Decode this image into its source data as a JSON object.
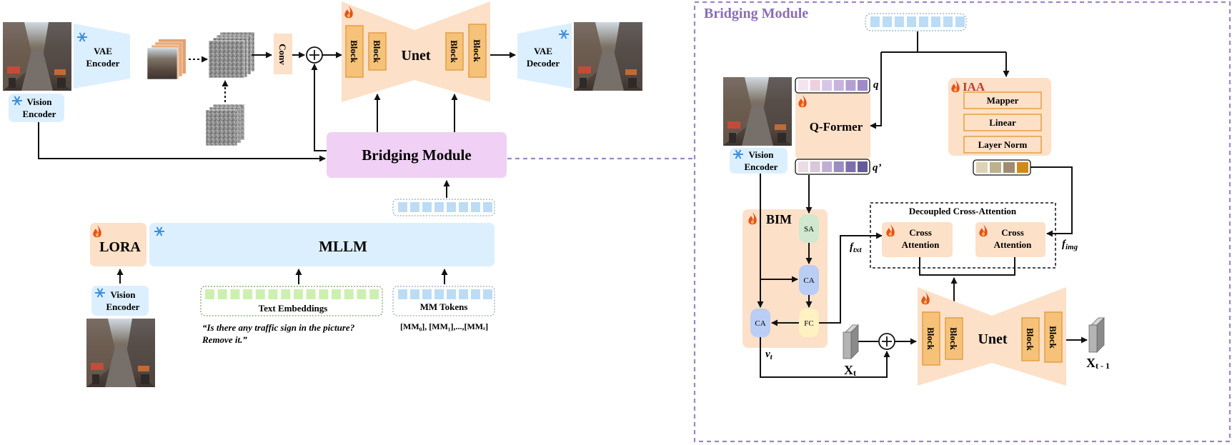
{
  "left": {
    "vae_encoder": "VAE\nEncoder",
    "vision_encoder_top": "Vision\nEncoder",
    "conv": "Conv",
    "unet_top": {
      "label": "Unet",
      "block": "Block"
    },
    "vae_decoder": "VAE\nDecoder",
    "bridging_module": "Bridging Module",
    "lora": "LORA",
    "mllm": "MLLM",
    "vision_encoder_bottom": "Vision\nEncoder",
    "text_embeddings": "Text Embeddings",
    "mm_tokens": "MM Tokens",
    "prompt_line1": "“Is there any traffic sign in the picture?",
    "prompt_line2": "Remove it.”",
    "mm_tokens_formula": "[MM₀], [MM₁],...,[MMᵣ]"
  },
  "right": {
    "panel_title": "Bridging Module",
    "vision_encoder": "Vision\nEncoder",
    "q_label": "q",
    "q_prime_label": "q’",
    "qformer": "Q-Former",
    "iaa": "IAA",
    "mapper": "Mapper",
    "linear": "Linear",
    "layer_norm": "Layer Norm",
    "bim": "BIM",
    "sa": "SA",
    "ca": "CA",
    "fc": "FC",
    "decoupled": "Decoupled Cross-Attention",
    "cross_attention": "Cross\nAttention",
    "f_txt_main": "f",
    "f_txt_sub": "txt",
    "f_img_main": "f",
    "f_img_sub": "img",
    "unet": {
      "label": "Unet",
      "block": "Block"
    },
    "xt_main": "X",
    "xt_sub": "t",
    "xt1_main": "X",
    "xt1_sub": "t - 1",
    "vt_main": "v",
    "vt_sub": "t"
  },
  "colors": {
    "unet_peach": "#fde0c8",
    "block_orange": "#f6c27a",
    "ice_blue": "#dcefff",
    "bridging_pink": "#f0d0f5",
    "token_blue": "#bcdcf5",
    "token_green": "#cdf0b0",
    "dashed_purple": "#9e86c4",
    "panel_title_purple": "#8a6db8"
  },
  "icons": [
    "snowflake-icon",
    "flame-icon",
    "plus-circle-icon"
  ]
}
